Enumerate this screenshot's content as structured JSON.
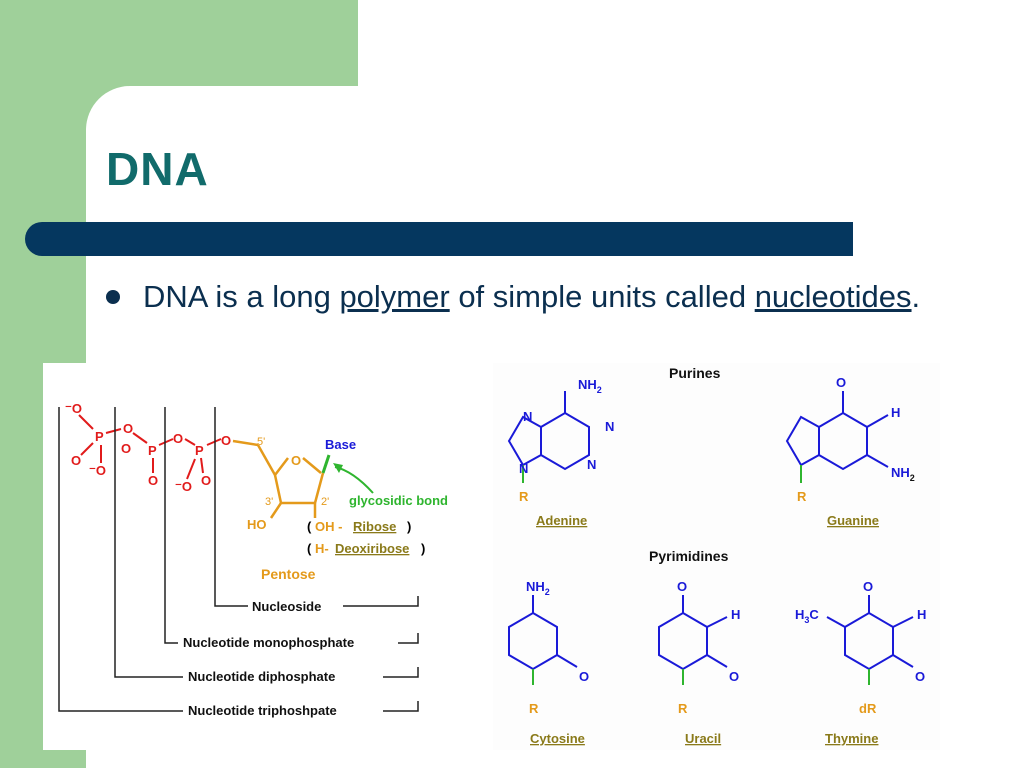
{
  "slide": {
    "title": "DNA",
    "bullet": {
      "t1": "DNA is a long ",
      "link1": "polymer",
      "t2": " of simple units called ",
      "link2": "nucleotides",
      "t3": "."
    }
  },
  "left_figure": {
    "base_label": "Base",
    "glycosidic_bond": "glycosidic bond",
    "ho_label": "HO",
    "oh_label": "OH -",
    "ribose": "Ribose",
    "h_label": "H-",
    "deoxyribose": "Deoxiribose",
    "pentose": "Pentose",
    "nucleoside": "Nucleoside",
    "nucleotide_mono": "Nucleotide monophosphate",
    "nucleotide_di": "Nucleotide diphosphate",
    "nucleotide_tri": "Nucleotide triphoshpate",
    "carbon5": "5'",
    "carbon3": "3'",
    "carbon2": "2'"
  },
  "right_figure": {
    "purines_heading": "Purines",
    "pyrimidines_heading": "Pyrimidines",
    "adenine": "Adenine",
    "guanine": "Guanine",
    "cytosine": "Cytosine",
    "uracil": "Uracil",
    "thymine": "Thymine",
    "nh2": "NH",
    "o": "O",
    "n": "N",
    "h": "H",
    "r": "R",
    "dr": "dR",
    "h3c": "H"
  },
  "colors": {
    "title": "#116b6b",
    "bar": "#05375f",
    "text": "#0b2f4f",
    "background_strip": "#9fd09a",
    "phosphate_red": "#e11b1b",
    "sugar_orange": "#e49a1b",
    "base_blue": "#1a1ad8",
    "glycosidic_green": "#2fb52f",
    "name_olive": "#8a7a1a"
  }
}
